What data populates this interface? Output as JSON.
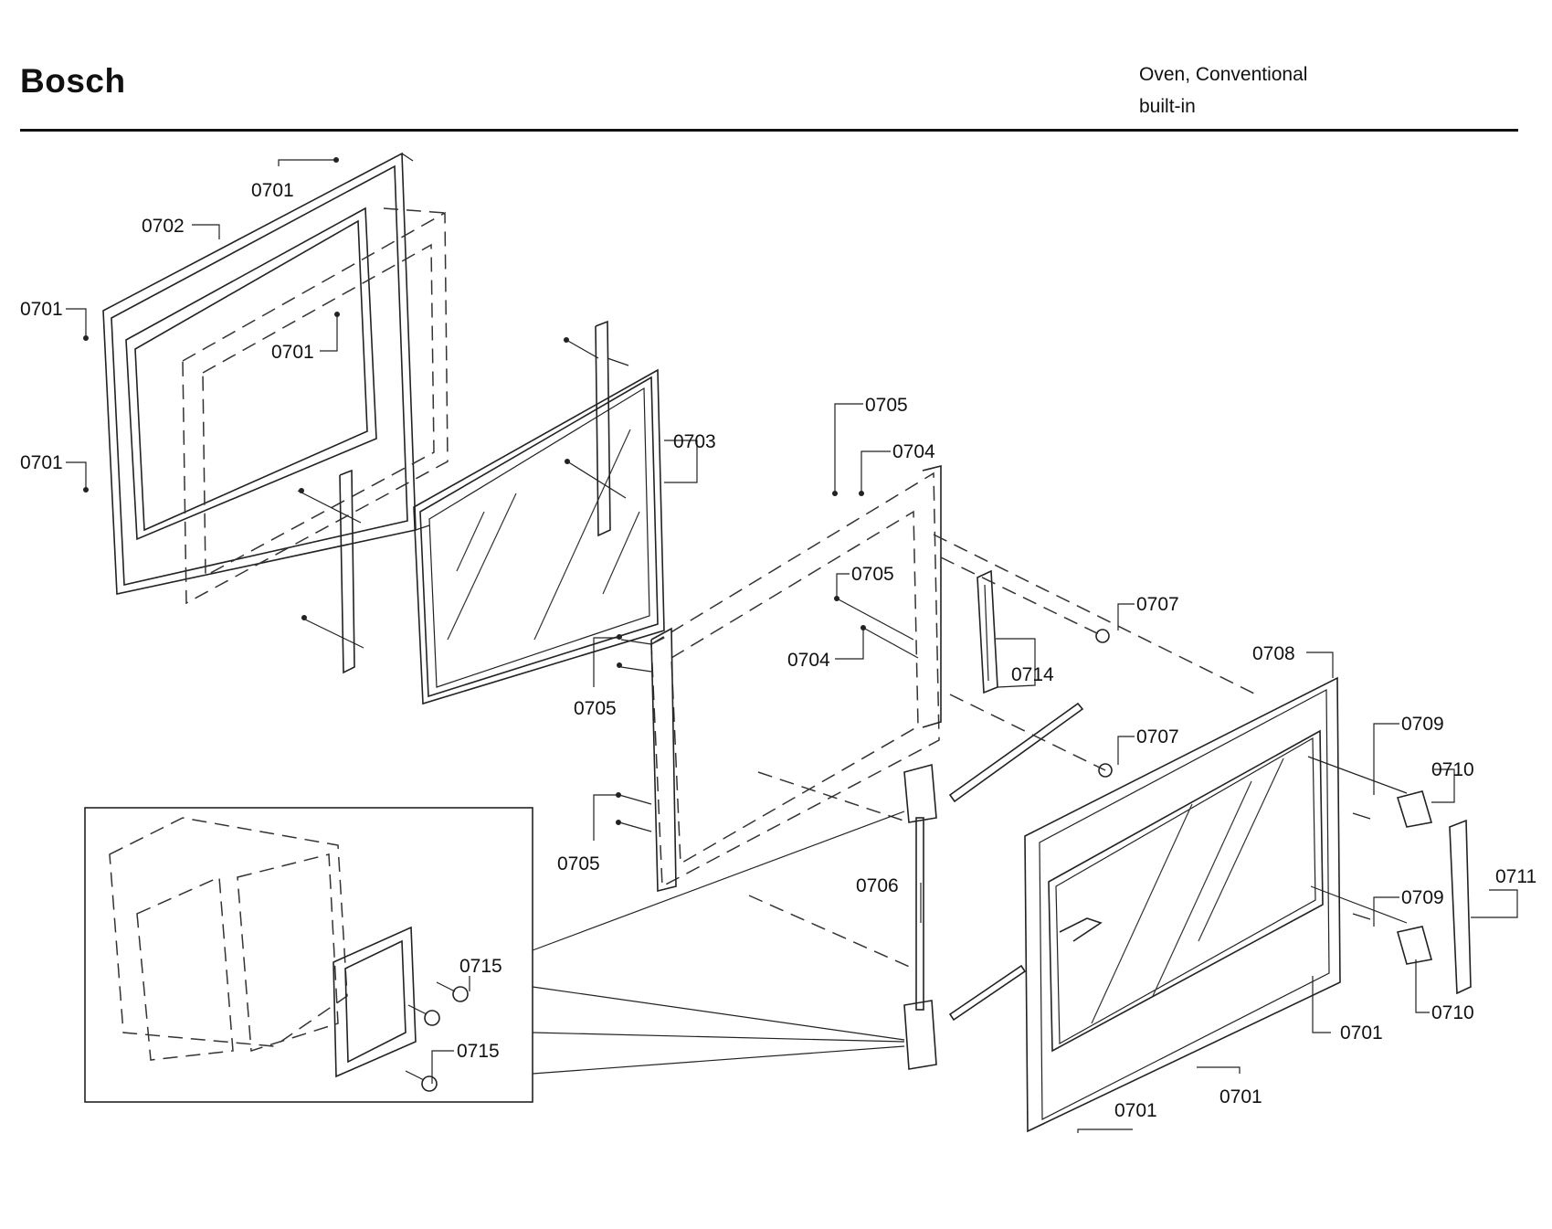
{
  "header": {
    "brand": "Bosch",
    "title_line1": "Oven, Conventional",
    "title_line2": "built-in"
  },
  "callouts": {
    "c0701_a": "0701",
    "c0702": "0702",
    "c0701_b": "0701",
    "c0701_c": "0701",
    "c0701_d": "0701",
    "c0703": "0703",
    "c0705_a": "0705",
    "c0704_a": "0704",
    "c0705_b": "0705",
    "c0704_b": "0704",
    "c0714": "0714",
    "c0705_c": "0705",
    "c0705_d": "0705",
    "c0707_a": "0707",
    "c0707_b": "0707",
    "c0708": "0708",
    "c0709_a": "0709",
    "c0710_a": "0710",
    "c0711": "0711",
    "c0709_b": "0709",
    "c0710_b": "0710",
    "c0706": "0706",
    "c0715_a": "0715",
    "c0715_b": "0715",
    "c0701_e": "0701",
    "c0701_f": "0701",
    "c0701_g": "0701"
  }
}
